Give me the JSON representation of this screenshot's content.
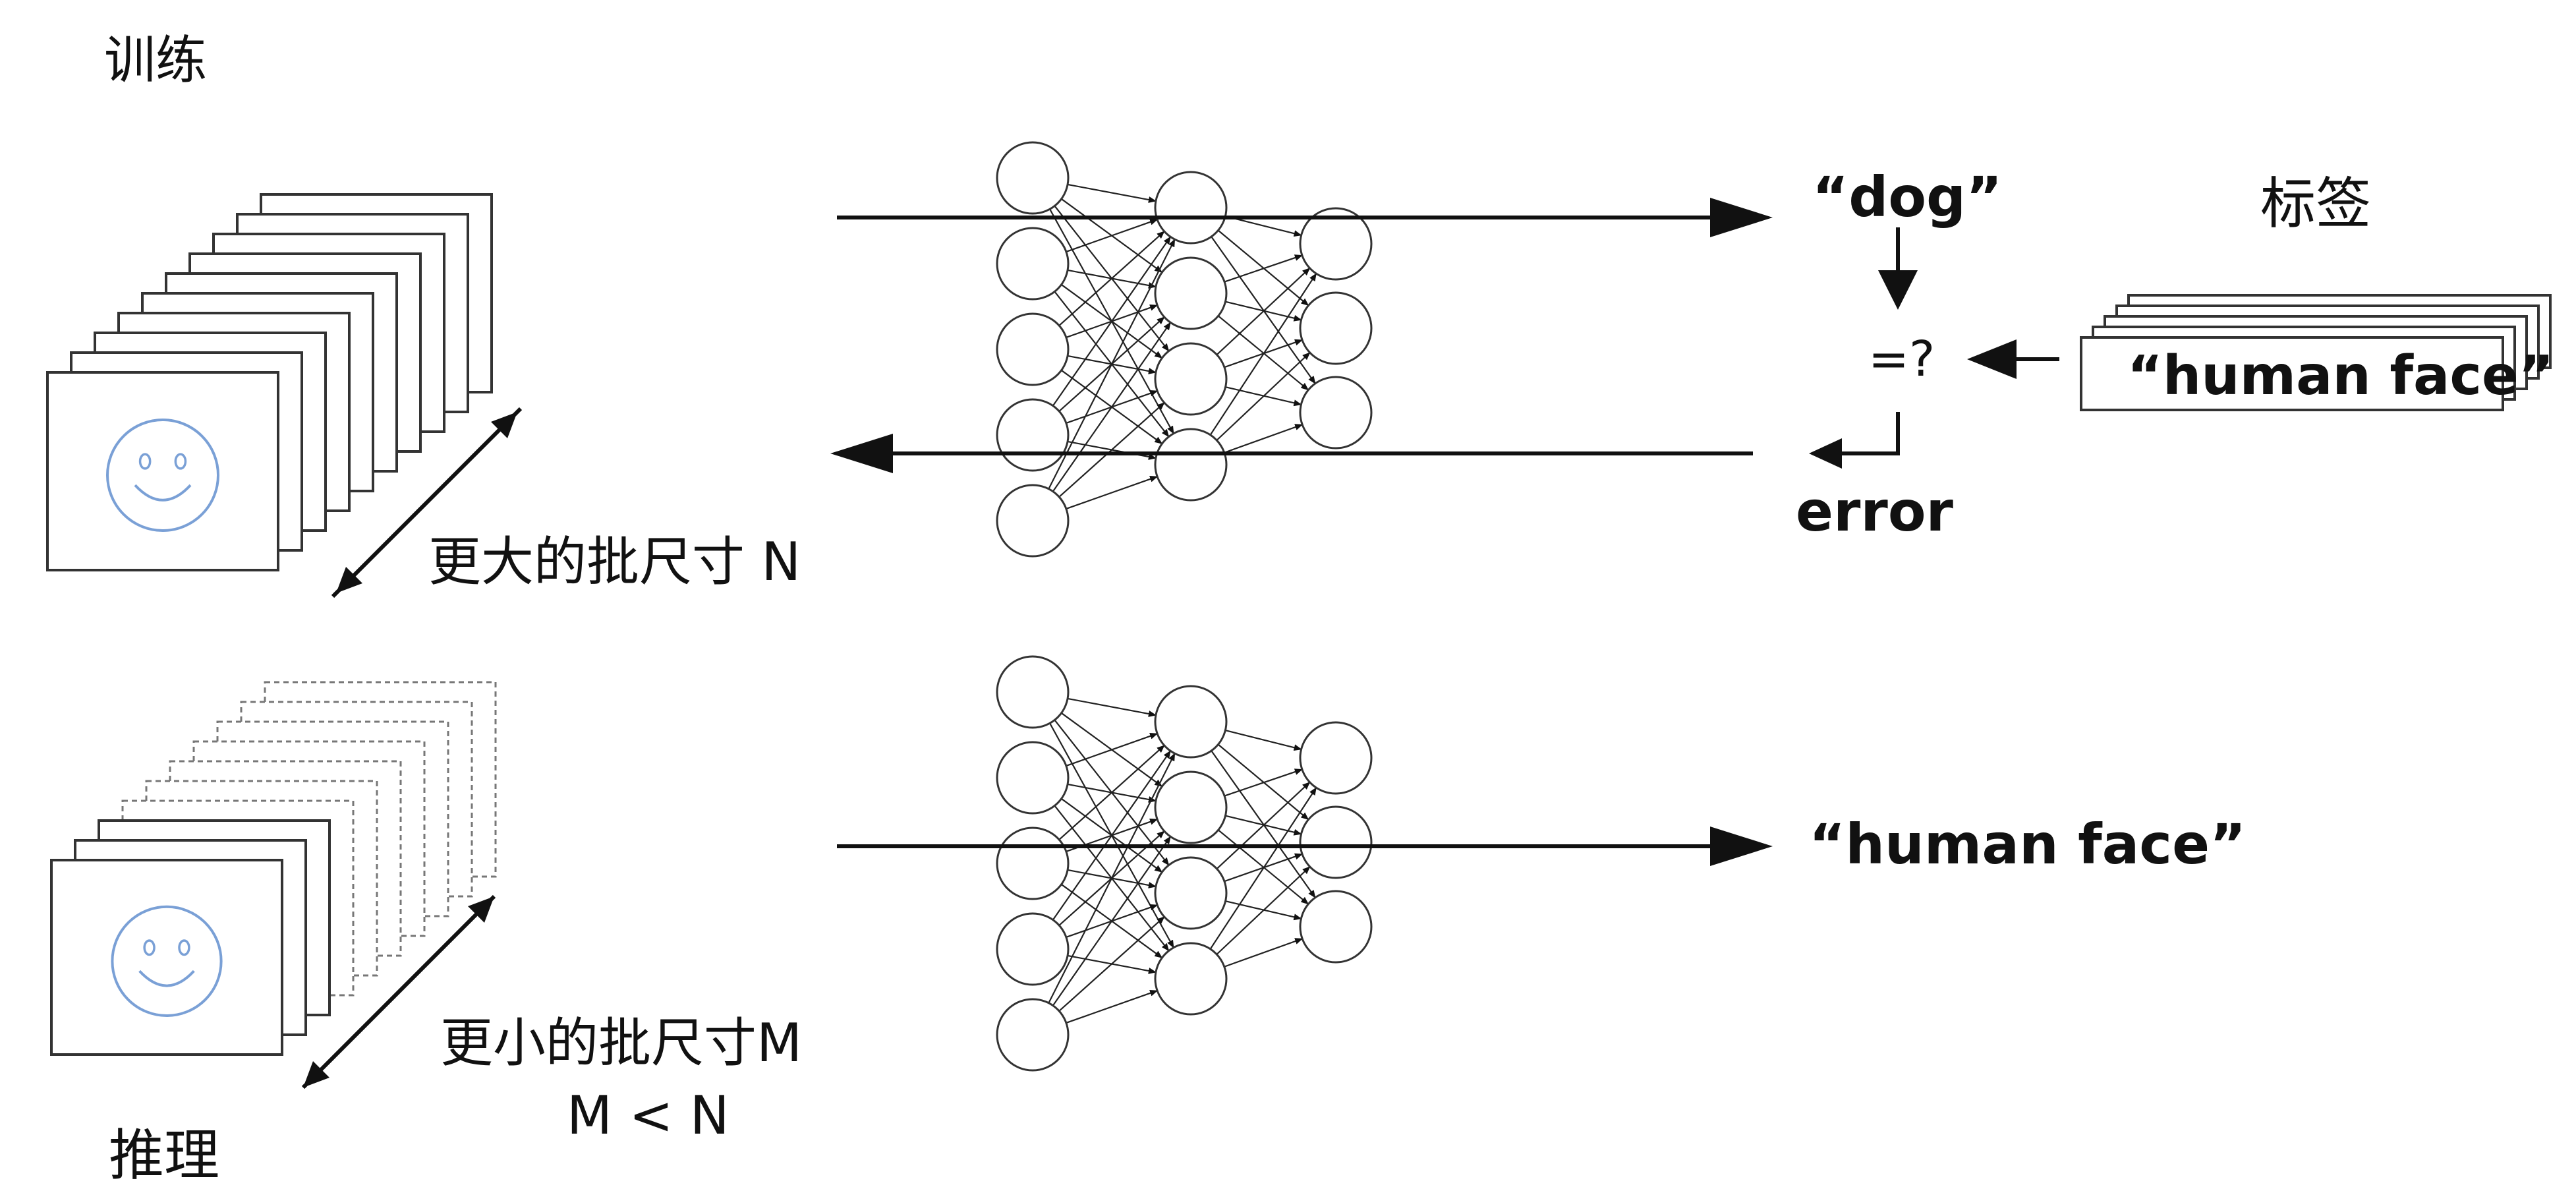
{
  "training": {
    "section_label": "训练",
    "batch_label": "更大的批尺寸 N",
    "output_label": "“dog”",
    "compare_label": "=?",
    "error_label": "error",
    "labels_heading": "标签",
    "ground_truth_label": "“human face”"
  },
  "inference": {
    "section_label": "推理",
    "batch_label_line1": "更小的批尺寸M",
    "batch_label_line2": "M < N",
    "output_label": "“human face”"
  },
  "colors": {
    "ink": "#111111",
    "smiley": "#7aa0d6",
    "frame": "#333333"
  },
  "network": {
    "layer_sizes": [
      5,
      4,
      3
    ]
  },
  "icons": {
    "image_content": "smiley-face-icon"
  }
}
